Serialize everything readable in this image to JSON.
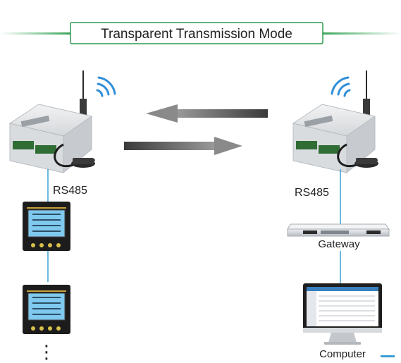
{
  "title": "Transparent Transmission Mode",
  "left": {
    "bus_label": "RS485",
    "continuation": "⋮"
  },
  "right": {
    "bus_label": "RS485",
    "gateway_label": "Gateway",
    "computer_label": "Computer"
  },
  "colors": {
    "banner_line": "#3aa55a",
    "banner_border": "#2f9a4f",
    "link_line": "#3a9fd6",
    "arrow": "#555555",
    "wifi": "#2f8fd8",
    "device_body": "#e3e5e8",
    "meter_screen": "#7fc8ee"
  }
}
